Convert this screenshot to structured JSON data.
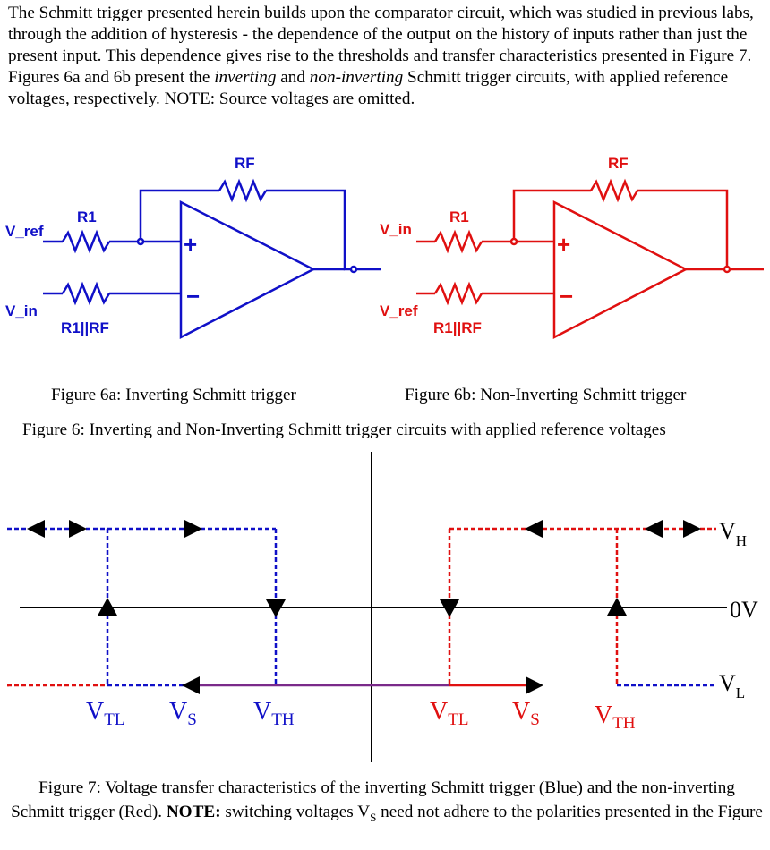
{
  "intro": {
    "part1": "The Schmitt trigger presented herein builds upon the comparator circuit, which was studied in previous labs, through the addition of hysteresis - the dependence of the output on the history of inputs rather than just the present input. This dependence gives rise to the thresholds and transfer characteristics presented in Figure 7. Figures 6a and 6b present the ",
    "inverting": "inverting",
    "and": " and ",
    "noninverting": "non-inverting",
    "part2": " Schmitt trigger circuits, with applied reference voltages, respectively. NOTE: Source voltages are omitted."
  },
  "colors": {
    "blue": "#1010c8",
    "red": "#e01010",
    "purple": "#7a2a8a",
    "black": "#000000"
  },
  "figure6a": {
    "rf": "RF",
    "r1": "R1",
    "r1rf": "R1||RF",
    "vref": "V_ref",
    "vin": "V_in",
    "plus": "+",
    "minus": "−",
    "caption": "Figure 6a: Inverting Schmitt trigger"
  },
  "figure6b": {
    "rf": "RF",
    "r1": "R1",
    "r1rf": "R1||RF",
    "vin": "V_in",
    "vref": "V_ref",
    "plus": "+",
    "minus": "−",
    "caption": "Figure 6b: Non-Inverting Schmitt trigger"
  },
  "figure6_caption": "Figure 6: Inverting and Non-Inverting Schmitt trigger circuits with applied reference voltages",
  "figure7": {
    "vh_main": "V",
    "vh_sub": "H",
    "zero": "0V",
    "vl_main": "V",
    "vl_sub": "L",
    "blue_labels": {
      "vtl_main": "V",
      "vtl_sub": "TL",
      "vs_main": "V",
      "vs_sub": "S",
      "vth_main": "V",
      "vth_sub": "TH"
    },
    "red_labels": {
      "vtl_main": "V",
      "vtl_sub": "TL",
      "vs_main": "V",
      "vs_sub": "S",
      "vth_main": "V",
      "vth_sub": "TH"
    },
    "caption_part1": "Figure 7: Voltage transfer characteristics of the inverting Schmitt trigger (Blue) and the non-inverting Schmitt trigger (Red). ",
    "caption_note": "NOTE:",
    "caption_part2": " switching voltages V",
    "caption_sub": "S",
    "caption_part3": " need not adhere to the polarities presented in the Figure"
  }
}
